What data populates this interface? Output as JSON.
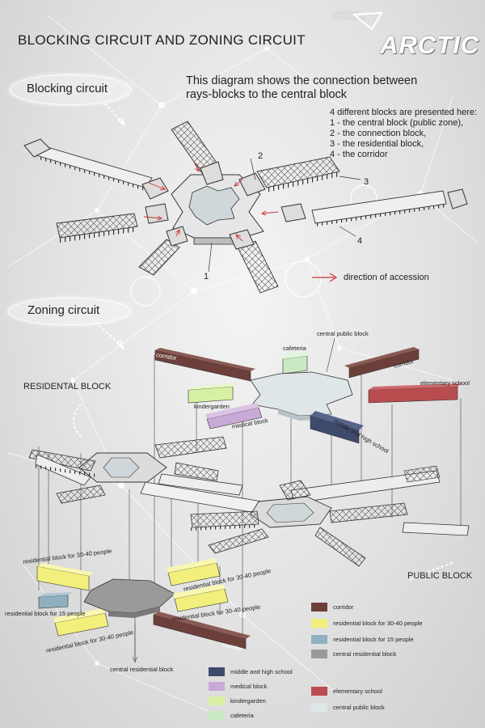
{
  "header": {
    "title": "BLOCKING CIRCUIT AND ZONING CIRCUIT",
    "brand": "ARCTIC",
    "brand_small": "Alaal Extreme Habitat Challenge"
  },
  "blocking": {
    "section_label": "Blocking circuit",
    "description": "This diagram shows the connection between rays-blocks to the central block",
    "list_intro": "4 different blocks are presented here:",
    "list_items": [
      "1 - the central block (public zone),",
      "2 - the connection block,",
      "3 - the residential block,",
      "4 - the corridor"
    ],
    "numbers": [
      "1",
      "2",
      "3",
      "4"
    ],
    "arrow_legend": "direction of accession"
  },
  "zoning": {
    "section_label": "Zoning circuit",
    "residental_block": "RESIDENTAL BLOCK",
    "public_block": "PUBLIC BLOCK",
    "labels": {
      "corridor_left": "corridor",
      "corridor_right": "corridor",
      "corridor_bottom": "corridor",
      "cafeteria": "cafeteria",
      "central_public": "central public block",
      "elementary": "elementary school",
      "kindergarden": "kindergarden",
      "medical": "medical block",
      "middle": "middle and high school",
      "res_3040_a": "residential block for 30-40 people",
      "res_3040_b": "residential block for 30-40 people",
      "res_3040_c": "residential block for 30-40 people",
      "res_3040_d": "residential block for 30-40 people",
      "res_15": "residential block for 15 people",
      "central_res": "central residential block"
    }
  },
  "legend_right": [
    {
      "label": "corridor",
      "color": "#6d3f3a"
    },
    {
      "label": "residential block for 30-40 people",
      "color": "#f3ef7c"
    },
    {
      "label": "residential block for 15 people",
      "color": "#8fb0bf"
    },
    {
      "label": "central residential block",
      "color": "#9a9a9a"
    }
  ],
  "legend_bottom_left": [
    {
      "label": "middle and high school",
      "color": "#3e4a6b"
    },
    {
      "label": "medical block",
      "color": "#c9a9d6"
    },
    {
      "label": "kindergarden",
      "color": "#d8f0a6"
    },
    {
      "label": "cafeteria",
      "color": "#c9e9c3"
    }
  ],
  "legend_bottom_right": [
    {
      "label": "elementary school",
      "color": "#b94c4f"
    },
    {
      "label": "central public block",
      "color": "#dfe6e8"
    }
  ]
}
